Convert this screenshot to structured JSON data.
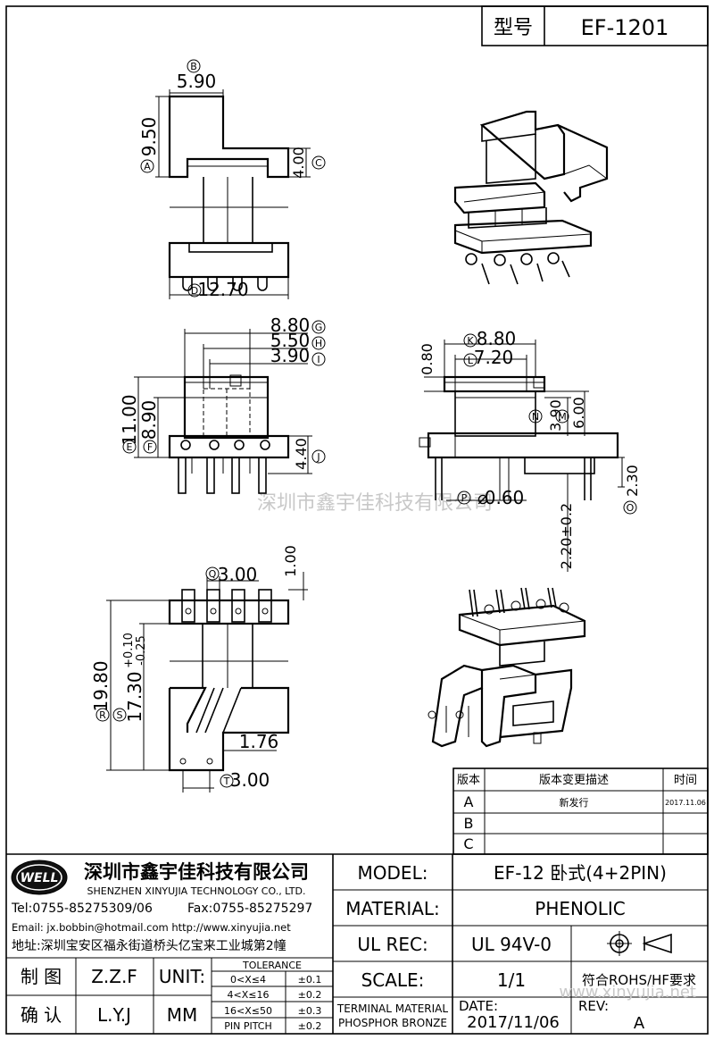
{
  "header": {
    "type_label": "型号",
    "model_code": "EF-1201"
  },
  "dims": {
    "B_5_90": "5.90",
    "A_9_50": "9.50",
    "C_4_00": "4.00",
    "D_12_70": "12.70",
    "G_8_80": "8.80",
    "H_5_50": "5.50",
    "I_3_90": "3.90",
    "E_11_00": "11.00",
    "F_8_90": "8.90",
    "J_4_40": "4.40",
    "K_8_80": "8.80",
    "L_7_20": "7.20",
    "top_0_80": "0.80",
    "N_3_90": "3.90",
    "M_6_00": "6.00",
    "P_0_60": "0.60",
    "O_2_30": "2.30",
    "pin_2_20": "2.20±0.2",
    "Q_3_00": "3.00",
    "top_1_00": "1.00",
    "R_19_80": "19.80",
    "S_17_30": "17.30",
    "S_tol_plus": "+0.10",
    "S_tol_minus": "-0.25",
    "dim_1_76": "1.76",
    "T_3_00": "3.00"
  },
  "markers": {
    "A": "A",
    "B": "B",
    "C": "C",
    "D": "D",
    "E": "E",
    "F": "F",
    "G": "G",
    "H": "H",
    "I": "I",
    "J": "J",
    "K": "K",
    "L": "L",
    "M": "M",
    "N": "N",
    "O": "O",
    "P": "P",
    "Q": "Q",
    "R": "R",
    "S": "S",
    "T": "T"
  },
  "watermark": {
    "center": "深圳市鑫宇佳科技有限公司",
    "corner": "www.xinyujia.net"
  },
  "revision_table": {
    "headers": [
      "版本",
      "版本变更描述",
      "时间"
    ],
    "rows": [
      {
        "rev": "A",
        "desc": "新发行",
        "date": "2017.11.06"
      },
      {
        "rev": "B",
        "desc": "",
        "date": ""
      },
      {
        "rev": "C",
        "desc": "",
        "date": ""
      }
    ]
  },
  "company": {
    "logo_text": "WELL",
    "name_cn": "深圳市鑫宇佳科技有限公司",
    "name_en": "SHENZHEN XINYUJIA TECHNOLOGY CO., LTD.",
    "tel": "Tel:0755-85275309/06",
    "fax": "Fax:0755-85275297",
    "email": "Email: jx.bobbin@hotmail.com http://www.xinyujia.net",
    "address": "地址:深圳宝安区福永街道桥头亿宝来工业城第2幢"
  },
  "title_block": {
    "model_label": "MODEL:",
    "model_value": "EF-12 卧式(4+2PIN)",
    "material_label": "MATERIAL:",
    "material_value": "PHENOLIC",
    "ulrec_label": "UL REC:",
    "ulrec_value": "UL 94V-0",
    "scale_label": "SCALE:",
    "scale_value": "1/1",
    "rohs": "符合ROHS/HF要求",
    "terminal_1": "TERMINAL MATERIAL",
    "terminal_2": "PHOSPHOR BRONZE",
    "date_label": "DATE:",
    "date_value": "2017/11/06",
    "rev_label": "REV:",
    "rev_value": "A"
  },
  "sign_block": {
    "draw_label": "制 图",
    "draw_value": "Z.Z.F",
    "check_label": "确 认",
    "check_value": "L.Y.J",
    "unit_label": "UNIT:",
    "unit_value": "MM"
  },
  "tolerance": {
    "title": "TOLERANCE",
    "rows": [
      {
        "range": "0<X≤4",
        "tol": "±0.1"
      },
      {
        "range": "4<X≤16",
        "tol": "±0.2"
      },
      {
        "range": "16<X≤50",
        "tol": "±0.3"
      },
      {
        "range": "PIN PITCH",
        "tol": "±0.2"
      }
    ]
  }
}
